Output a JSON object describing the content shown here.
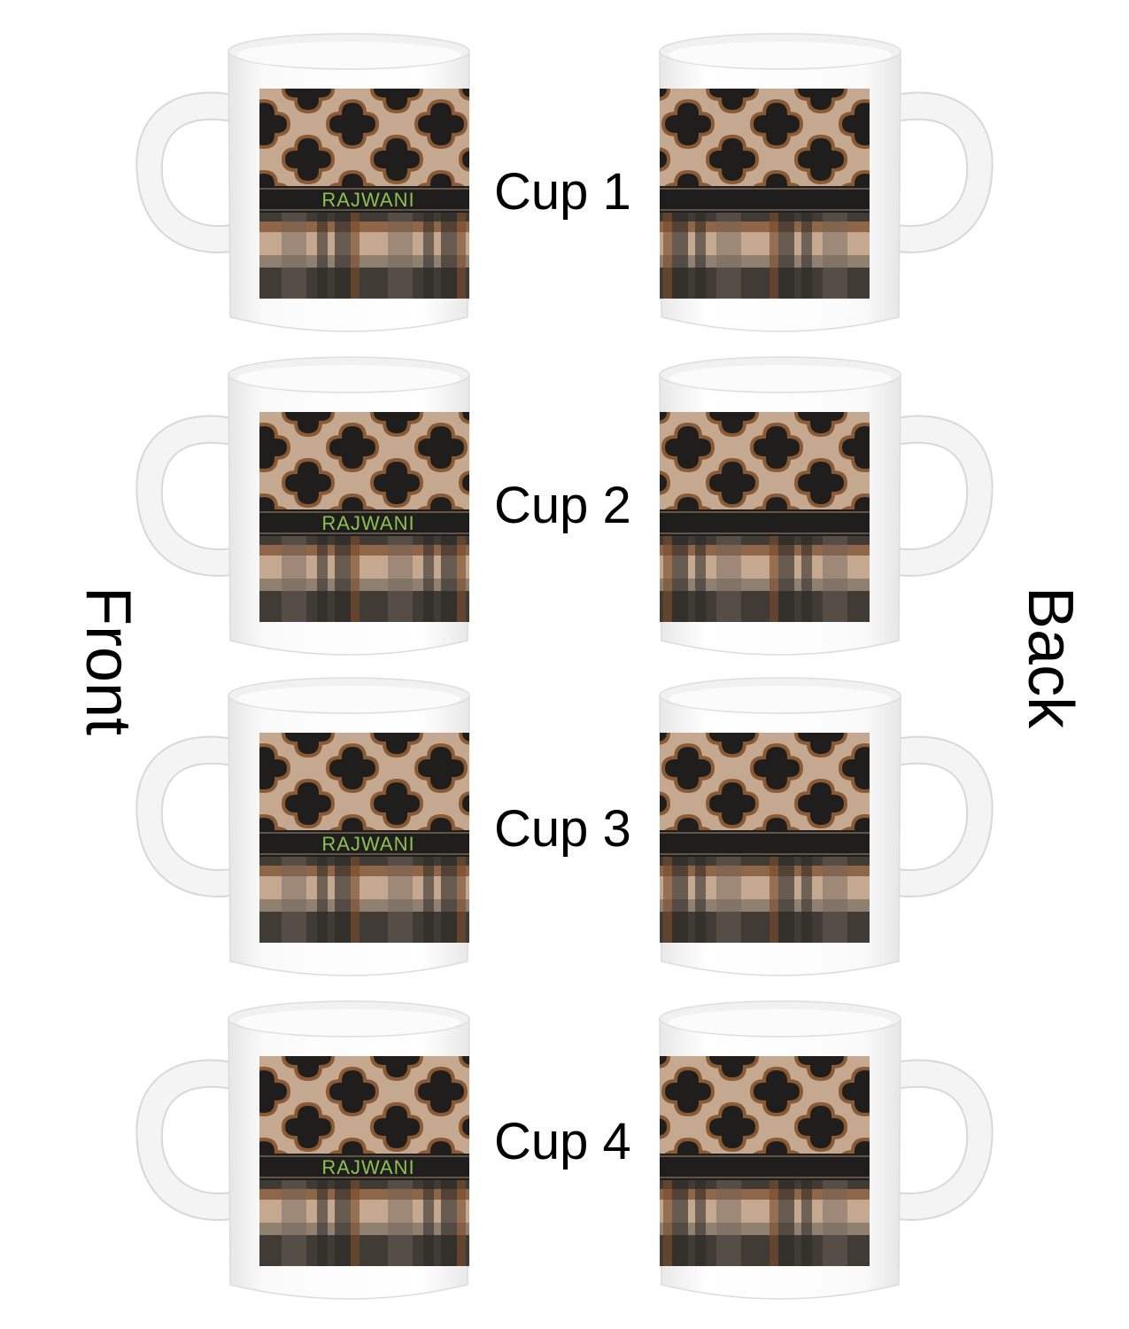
{
  "monogram": "RAJWANI",
  "side_labels": {
    "front": "Front",
    "back": "Back"
  },
  "cups": [
    {
      "label": "Cup 1"
    },
    {
      "label": "Cup 2"
    },
    {
      "label": "Cup 3"
    },
    {
      "label": "Cup 4"
    }
  ],
  "colors": {
    "black": "#1f1e1d",
    "tan": "#c4a88f",
    "brown": "#8a5a34",
    "gray": "#6e655c",
    "monogram": "#8cc152"
  }
}
